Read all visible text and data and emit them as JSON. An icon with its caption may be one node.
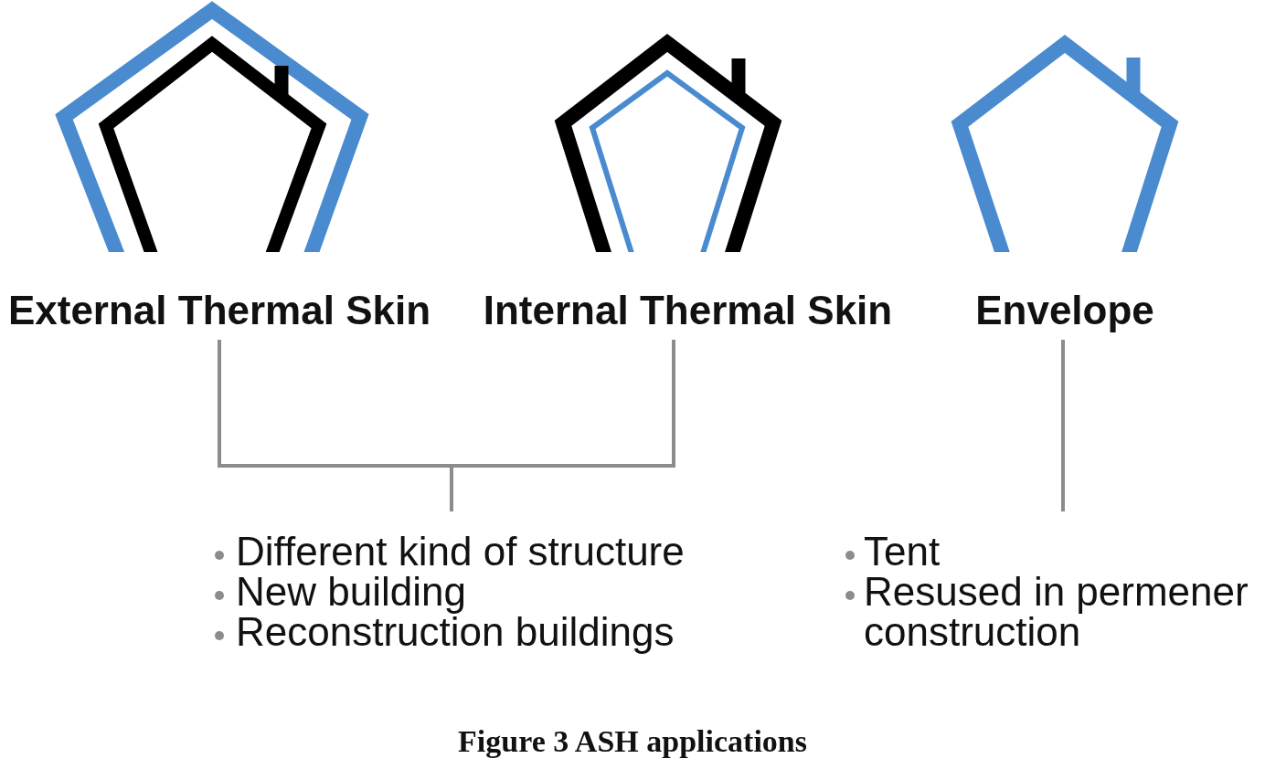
{
  "diagram": {
    "caption": "Figure 3 ASH applications",
    "nodes": [
      {
        "text": [
          "External Thermal Skin"
        ]
      },
      {
        "text": [
          "Internal Thermal Skin"
        ]
      },
      {
        "text": [
          "Envelope"
        ]
      },
      {
        "text": [
          "Different kind of structure",
          "New building",
          "Reconstruction buildings"
        ]
      },
      {
        "text": [
          "Tent",
          "Resused in permener construction"
        ]
      }
    ],
    "edges": [
      {
        "from": 0,
        "to": 3,
        "arrow": "none"
      },
      {
        "from": 1,
        "to": 3,
        "arrow": "none"
      },
      {
        "from": 2,
        "to": 4,
        "arrow": "none"
      }
    ]
  }
}
